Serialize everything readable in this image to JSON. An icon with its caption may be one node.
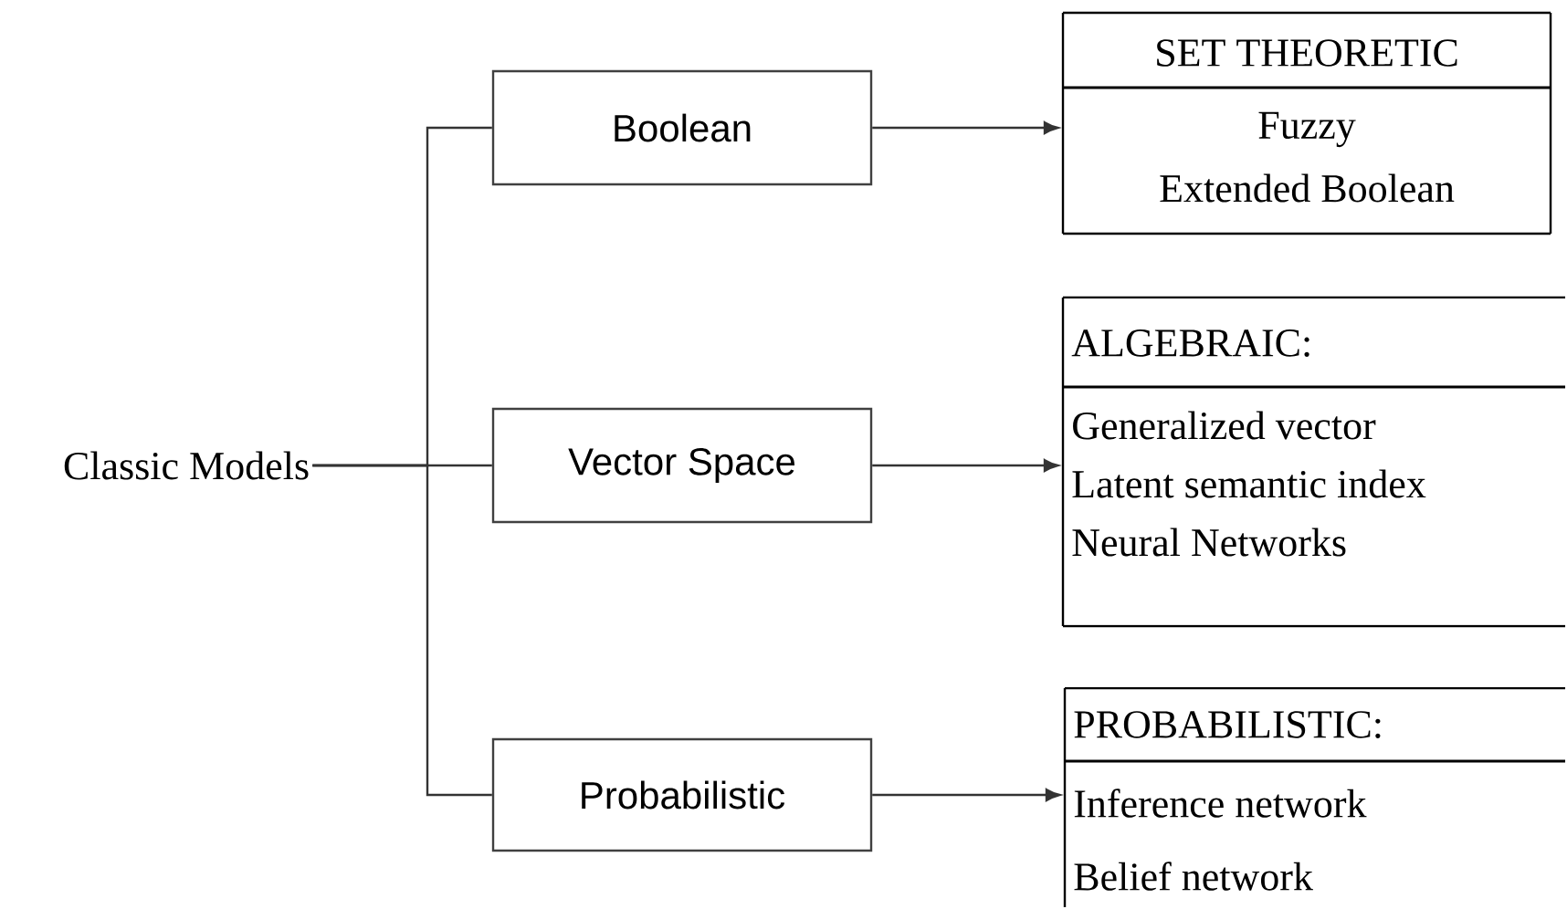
{
  "diagram": {
    "nodes": [
      {
        "text": [
          "Classic Models"
        ]
      },
      {
        "text": [
          "Boolean"
        ]
      },
      {
        "text": [
          "Vector Space"
        ]
      },
      {
        "text": [
          "Probabilistic"
        ]
      },
      {
        "text": [
          "SET THEORETIC",
          "Fuzzy",
          "Extended Boolean"
        ]
      },
      {
        "text": [
          "ALGEBRAIC:",
          "Generalized vector",
          "Latent semantic index",
          "Neural Networks"
        ]
      },
      {
        "text": [
          "PROBABILISTIC:",
          "Inference network",
          "Belief network"
        ]
      }
    ],
    "edges": [
      {
        "from": 0,
        "to": 1,
        "arrow": "none"
      },
      {
        "from": 0,
        "to": 2,
        "arrow": "none"
      },
      {
        "from": 0,
        "to": 3,
        "arrow": "none"
      },
      {
        "from": 1,
        "to": 4,
        "arrow": "to"
      },
      {
        "from": 2,
        "to": 5,
        "arrow": "to"
      },
      {
        "from": 3,
        "to": 6,
        "arrow": "to"
      }
    ]
  }
}
